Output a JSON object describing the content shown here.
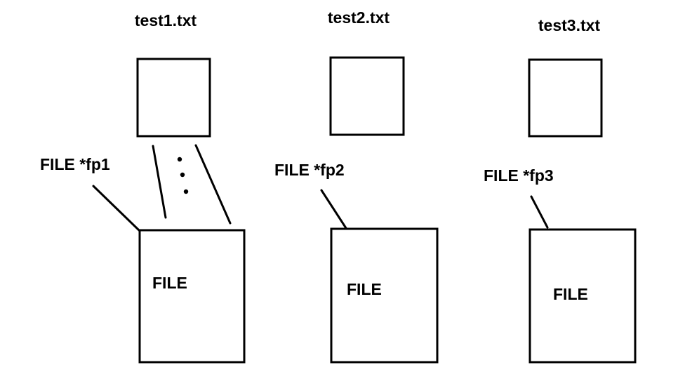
{
  "files": [
    {
      "name": "test1.txt",
      "pointer_label": "FILE *fp1",
      "struct_label": "FILE"
    },
    {
      "name": "test2.txt",
      "pointer_label": "FILE *fp2",
      "struct_label": "FILE"
    },
    {
      "name": "test3.txt",
      "pointer_label": "FILE *fp3",
      "struct_label": "FILE"
    }
  ]
}
